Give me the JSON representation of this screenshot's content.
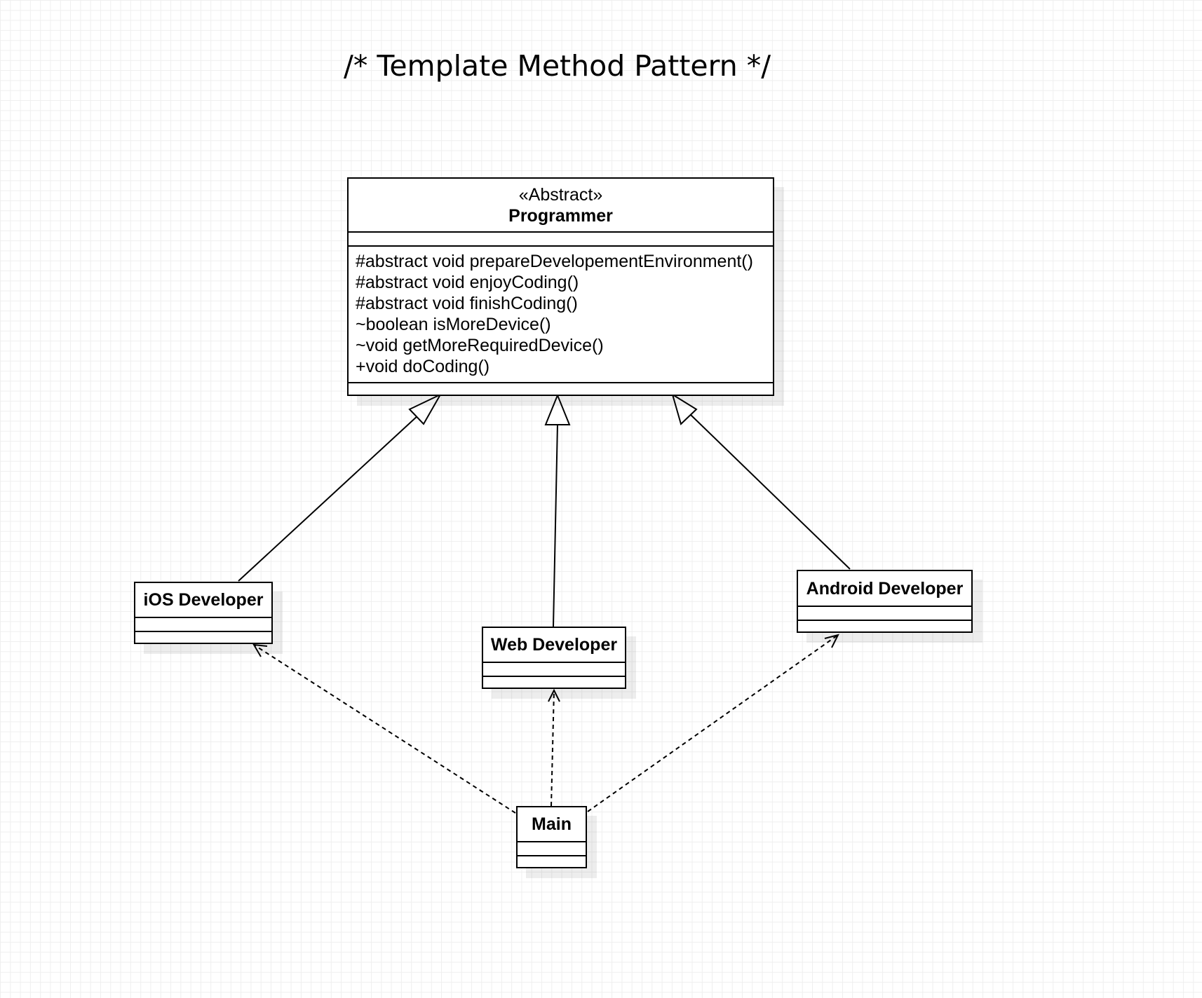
{
  "title": "/* Template Method Pattern */",
  "classes": {
    "programmer": {
      "stereotype": "«Abstract»",
      "name": "Programmer",
      "methods": [
        "#abstract void prepareDevelopementEnvironment()",
        "#abstract void enjoyCoding()",
        "#abstract void finishCoding()",
        "~boolean isMoreDevice()",
        "~void getMoreRequiredDevice()",
        "+void doCoding()"
      ]
    },
    "ios": {
      "name": "iOS Developer"
    },
    "web": {
      "name": "Web Developer"
    },
    "android": {
      "name": "Android Developer"
    },
    "main": {
      "name": "Main"
    }
  },
  "relations": {
    "generalization": [
      "iOS Developer → Programmer",
      "Web Developer → Programmer",
      "Android Developer → Programmer"
    ],
    "dependency": [
      "Main → iOS Developer",
      "Main → Web Developer",
      "Main → Android Developer"
    ]
  }
}
